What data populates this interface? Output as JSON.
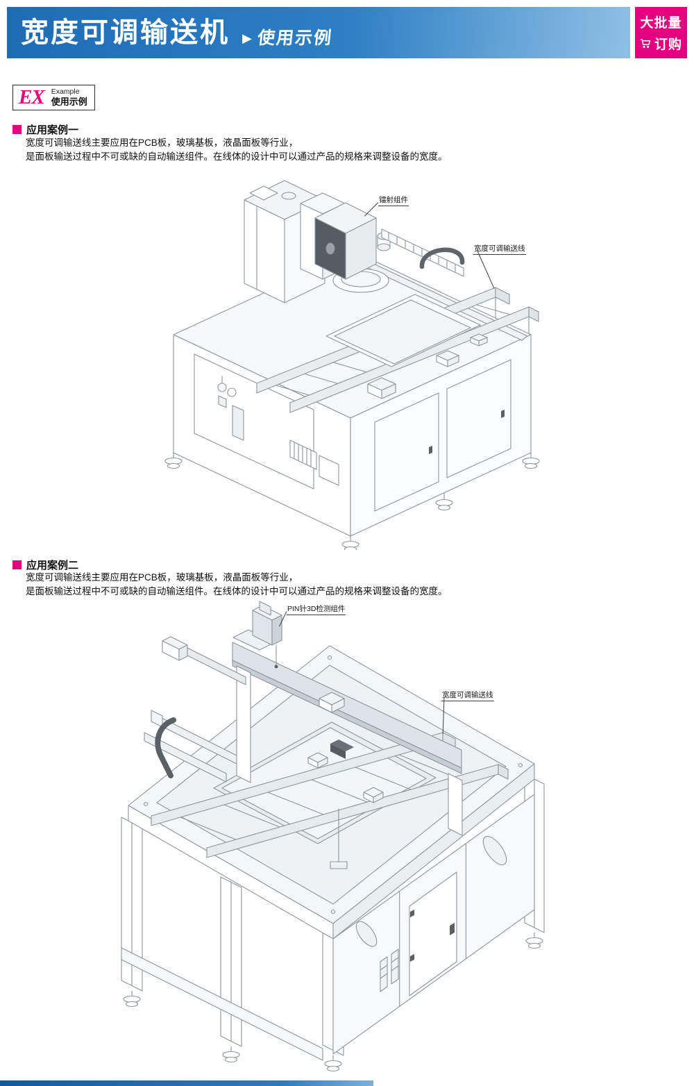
{
  "page": {
    "header": {
      "title": "宽度可调输送机",
      "separator": "▶",
      "subtitle": "使用示例",
      "corner_badge": {
        "line1": "大批量",
        "line2": "订购"
      }
    },
    "ex_badge": {
      "code": "EX",
      "caption_en": "Example",
      "caption_cn": "使用示例"
    },
    "sections": [
      {
        "heading": "应用案例一",
        "body_line1": "宽度可调输送线主要应用在PCB板，玻璃基板，液晶面板等行业，",
        "body_line2": "是面板输送过程中不可或缺的自动输送组件。在线体的设计中可以通过产品的规格来调整设备的宽度。",
        "callouts": [
          {
            "text": "镭射组件"
          },
          {
            "text": "宽度可调输送线"
          }
        ]
      },
      {
        "heading": "应用案例二",
        "body_line1": "宽度可调输送线主要应用在PCB板，玻璃基板，液晶面板等行业，",
        "body_line2": "是面板输送过程中不可或缺的自动输送组件。在线体的设计中可以通过产品的规格来调整设备的宽度。",
        "callouts": [
          {
            "text": "PIN针3D检测组件"
          },
          {
            "text": "宽度可调输送线"
          }
        ]
      }
    ],
    "colors": {
      "header_blue": "#2273b9",
      "accent_magenta": "#e5007f"
    }
  }
}
